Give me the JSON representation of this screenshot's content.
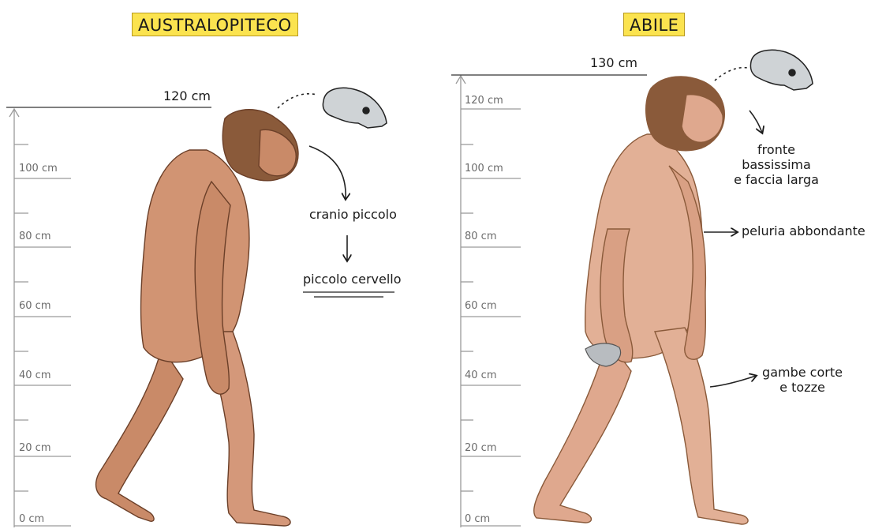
{
  "panels": [
    {
      "title": "AUSTRALOPITECO",
      "height_label": "120 cm",
      "scale_labels": [
        "100 cm",
        "80 cm",
        "60 cm",
        "40 cm",
        "20 cm",
        "0 cm"
      ],
      "annotations": {
        "skull": "cranio piccolo",
        "brain": "piccolo cervello"
      }
    },
    {
      "title": "ABILE",
      "height_label": "130 cm",
      "scale_labels": [
        "120 cm",
        "100 cm",
        "80 cm",
        "60 cm",
        "40 cm",
        "20 cm",
        "0 cm"
      ],
      "annotations": {
        "face": [
          "fronte bassissima",
          "e faccia larga"
        ],
        "hair": "peluria abbondante",
        "legs": [
          "gambe corte",
          "e tozze"
        ]
      }
    }
  ],
  "colors": {
    "title_bg": "#fbe34f",
    "skin": "#d9977a",
    "hair": "#8a5a3a",
    "skull": "#cfd3d6",
    "scale_line": "#9a9a9a"
  }
}
